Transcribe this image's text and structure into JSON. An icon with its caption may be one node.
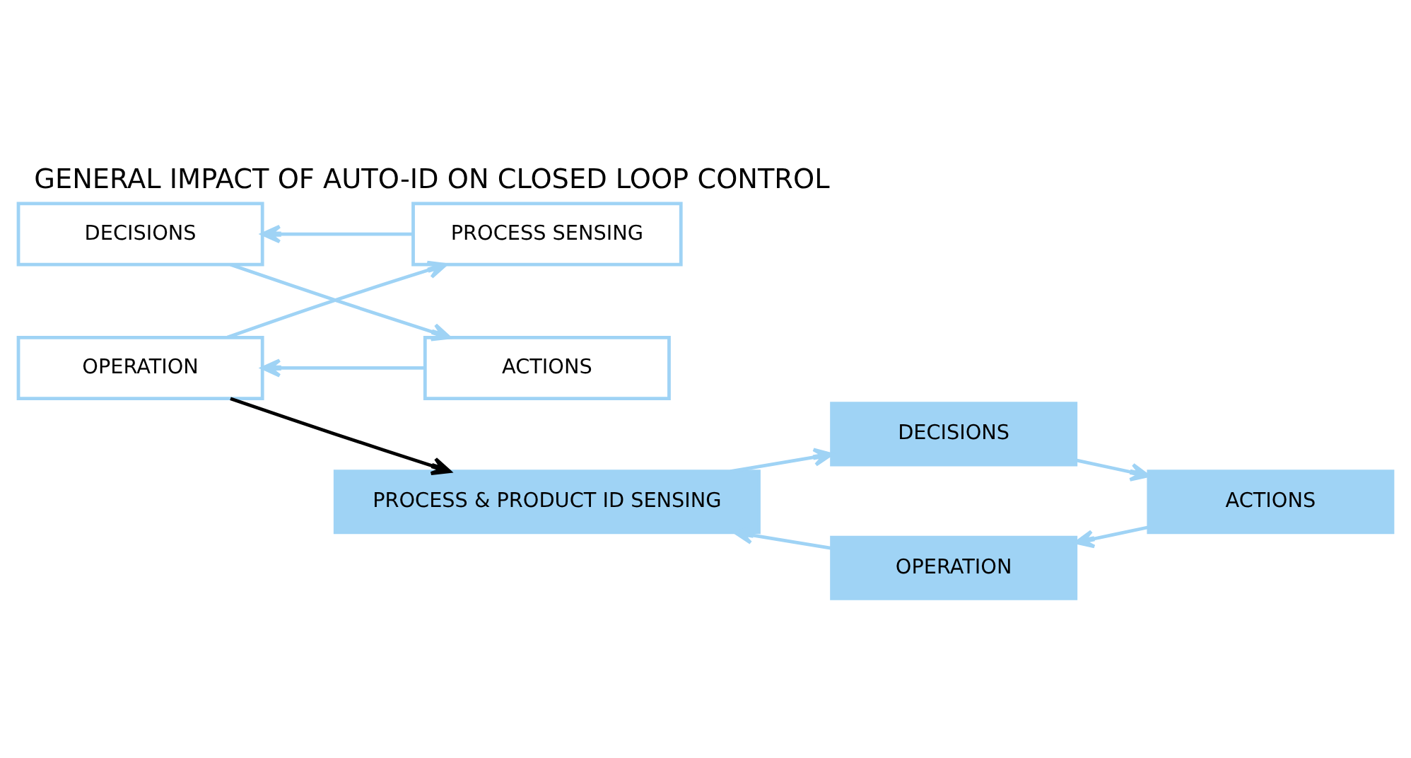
{
  "diagram": {
    "title": "GENERAL IMPACT OF AUTO-ID ON CLOSED LOOP CONTROL",
    "nodes": [
      {
        "text": [
          "DECISIONS"
        ]
      },
      {
        "text": [
          "PROCESS SENSING"
        ]
      },
      {
        "text": [
          "ACTIONS"
        ]
      },
      {
        "text": [
          "OPERATION"
        ]
      },
      {
        "text": [
          "DECISIONS"
        ]
      },
      {
        "text": [
          "PROCESS & PRODUCT ID SENSING"
        ]
      },
      {
        "text": [
          "ACTIONS"
        ]
      },
      {
        "text": [
          "OPERATION"
        ]
      }
    ],
    "edges": [
      {
        "from": 1,
        "to": 0,
        "arrow": "to"
      },
      {
        "from": 0,
        "to": 2,
        "arrow": "to"
      },
      {
        "from": 2,
        "to": 3,
        "arrow": "to"
      },
      {
        "from": 3,
        "to": 1,
        "arrow": "to"
      },
      {
        "from": 3,
        "to": 5,
        "arrow": "to",
        "color": "#000000"
      },
      {
        "from": 5,
        "to": 4,
        "arrow": "to"
      },
      {
        "from": 4,
        "to": 6,
        "arrow": "to"
      },
      {
        "from": 6,
        "to": 7,
        "arrow": "to"
      },
      {
        "from": 7,
        "to": 5,
        "arrow": "to"
      }
    ]
  }
}
